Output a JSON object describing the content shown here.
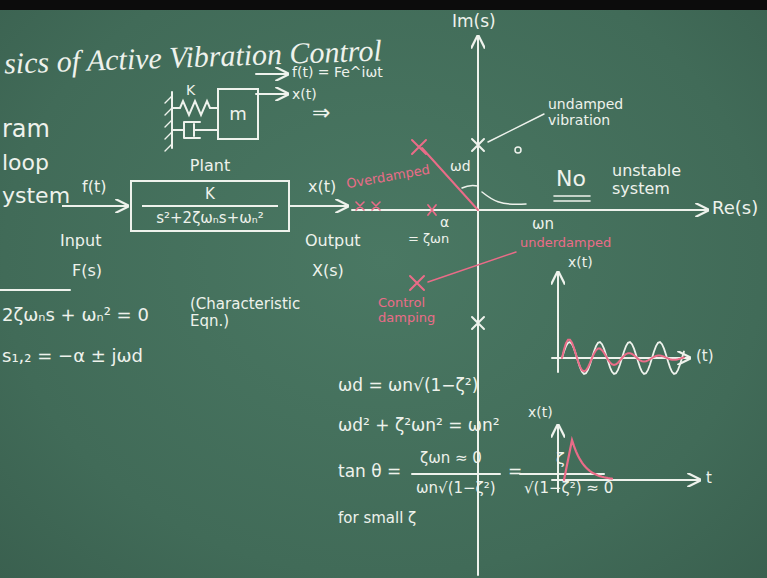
{
  "diagram": {
    "title": "sics of Active Vibration Control",
    "nodes": [
      {
        "text": [
          "m"
        ]
      },
      {
        "text": [
          "Plant",
          "K",
          "s²+2ζωₙs+ωₙ²"
        ]
      }
    ],
    "labels": [
      "ram",
      "loop",
      "ystem",
      "K",
      "f(t) = Fe^iωt",
      "x(t)",
      "⇒",
      "f(t)",
      "Input",
      "F(s)",
      "x(t)",
      "Output",
      "X(s)",
      "2ζωₙs + ωₙ² = 0",
      "(Characteristic Eqn.)",
      "s₁,₂ = −α ± jωd",
      "Im(s)",
      "Re(s)",
      "undamped vibration",
      "No",
      "unstable system",
      "ωd",
      "ωn",
      "α",
      "= ζωn",
      "Overdamped",
      "underdamped",
      "Control damping",
      "x(t)",
      "(t)",
      "x(t)",
      "t",
      "ωd = ωn√(1−ζ²)",
      "ωd² + ζ²ωn² = ωn²",
      "tan θ =",
      "ζωn ≈ 0",
      "ωn√(1−ζ²)",
      "=",
      "ζ",
      "√(1−ζ²) ≈ 0",
      "for small ζ"
    ]
  }
}
